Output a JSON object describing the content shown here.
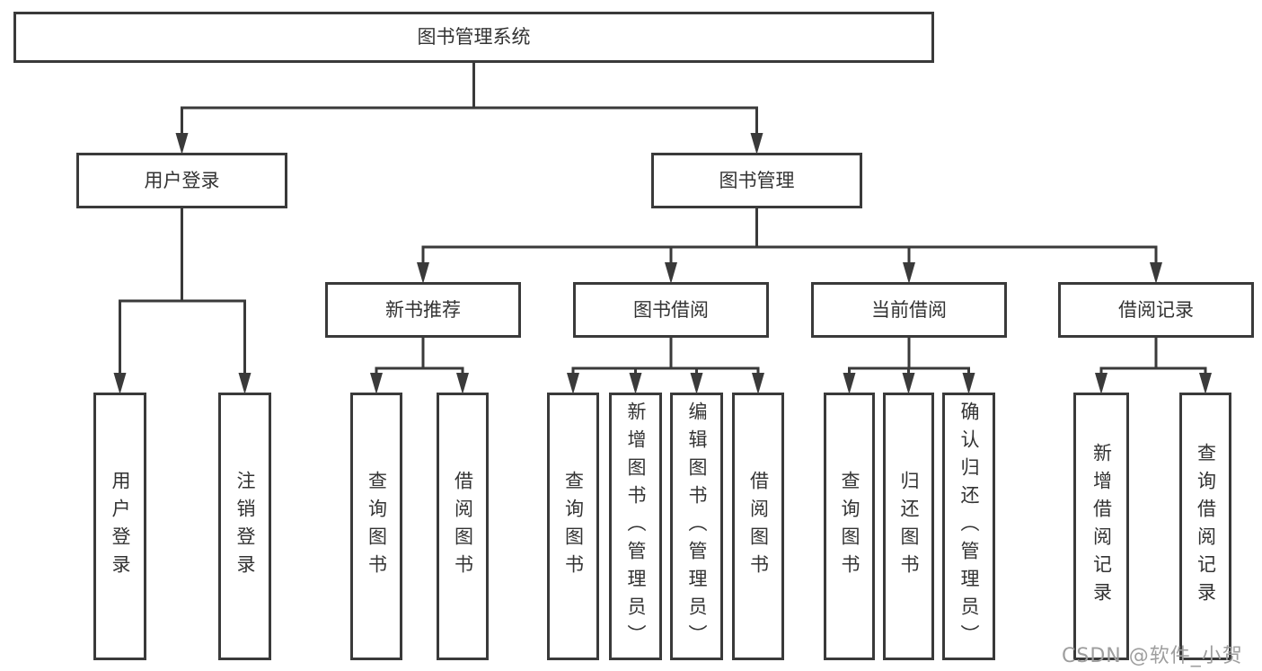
{
  "title": "图书管理系统",
  "watermark": "CSDN @软件_小贺同学",
  "colors": {
    "line": "#3a3a3a",
    "text": "#333333",
    "background": "#ffffff",
    "watermark": "#9e9e9e"
  },
  "tree": {
    "id": "library-system",
    "label": "图书管理系统",
    "children": [
      {
        "id": "user-login-module",
        "label": "用户登录",
        "children": [
          {
            "id": "user-login",
            "label": "用户登录"
          },
          {
            "id": "user-logout",
            "label": "注销登录"
          }
        ]
      },
      {
        "id": "book-management",
        "label": "图书管理",
        "children": [
          {
            "id": "new-book-recommend",
            "label": "新书推荐",
            "children": [
              {
                "id": "nr-query-book",
                "label": "查询图书"
              },
              {
                "id": "nr-borrow-book",
                "label": "借阅图书"
              }
            ]
          },
          {
            "id": "book-borrowing",
            "label": "图书借阅",
            "children": [
              {
                "id": "bb-query-book",
                "label": "查询图书"
              },
              {
                "id": "bb-add-book",
                "label": "新增图书（管理员）"
              },
              {
                "id": "bb-edit-book",
                "label": "编辑图书（管理员）"
              },
              {
                "id": "bb-borrow-book",
                "label": "借阅图书"
              }
            ]
          },
          {
            "id": "current-borrowing",
            "label": "当前借阅",
            "children": [
              {
                "id": "cb-query-book",
                "label": "查询图书"
              },
              {
                "id": "cb-return-book",
                "label": "归还图书"
              },
              {
                "id": "cb-confirm-return",
                "label": "确认归还（管理员）"
              }
            ]
          },
          {
            "id": "borrow-records",
            "label": "借阅记录",
            "children": [
              {
                "id": "br-add-record",
                "label": "新增借阅记录"
              },
              {
                "id": "br-query-record",
                "label": "查询借阅记录"
              }
            ]
          }
        ]
      }
    ]
  }
}
